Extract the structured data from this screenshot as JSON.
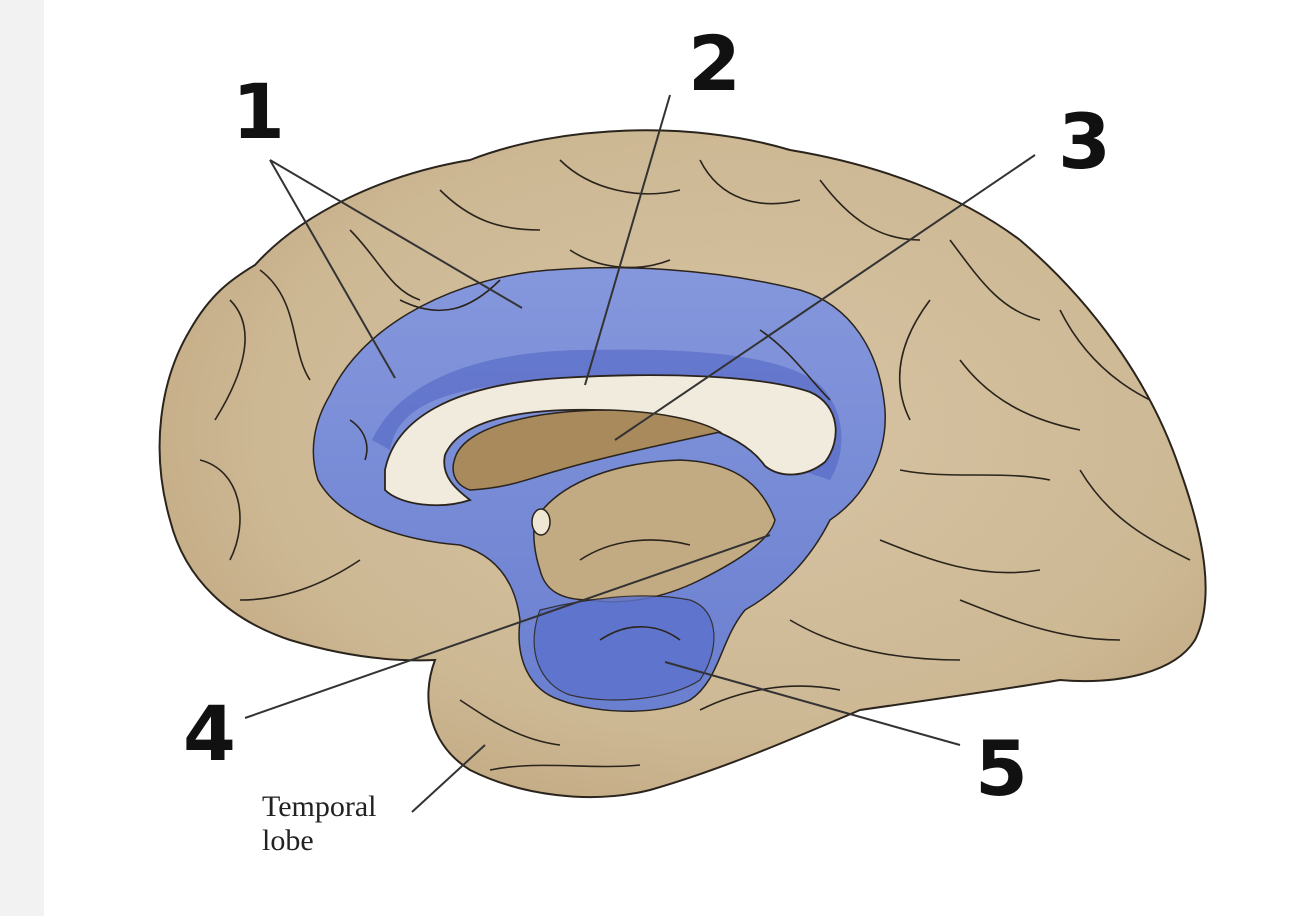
{
  "diagram": {
    "subject": "medial view of cerebral hemisphere",
    "numbered_labels": [
      "1",
      "2",
      "3",
      "4",
      "5"
    ],
    "printed_label": {
      "line1": "Temporal",
      "line2": "lobe"
    },
    "colors": {
      "cortex": "#cdb894",
      "cortex_shadow": "#a58a5e",
      "highlight_region": "#7b8fd6",
      "highlight_dark": "#4e63c2",
      "corpus_callosum": "#f1ebde",
      "ventricle": "#a88a5c",
      "outline": "#2a241c",
      "leader_line": "#333333"
    }
  }
}
